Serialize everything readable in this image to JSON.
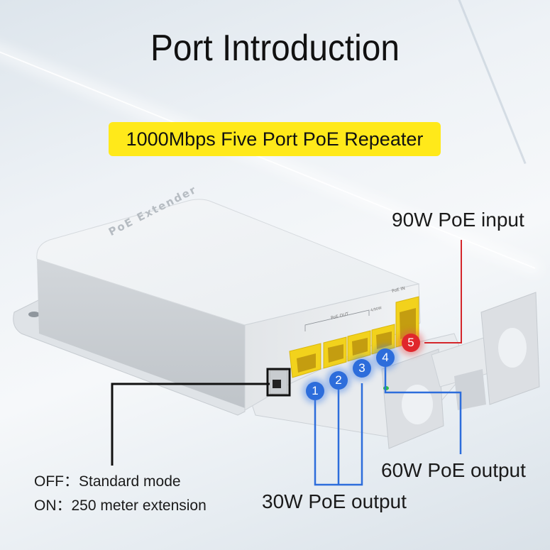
{
  "header": {
    "title": "Port Introduction",
    "subtitle": "1000Mbps Five Port PoE Repeater"
  },
  "device": {
    "top_engraving": "PoE Extender",
    "front_labels": {
      "poe_out": "PoE OUT",
      "poe_in": "PoE IN",
      "port_range": "4/90W"
    }
  },
  "ports": [
    {
      "number": "1",
      "color": "#2d6ddb"
    },
    {
      "number": "2",
      "color": "#2d6ddb"
    },
    {
      "number": "3",
      "color": "#2d6ddb"
    },
    {
      "number": "4",
      "color": "#2d6ddb"
    },
    {
      "number": "5",
      "color": "#e0262c"
    }
  ],
  "callouts": {
    "input": "90W PoE input",
    "output_60": "60W PoE output",
    "output_30": "30W PoE output",
    "switch_off": "OFF：Standard mode",
    "switch_on": "ON：250 meter extension"
  },
  "colors": {
    "highlight": "#ffe91a",
    "port_blue": "#2d6ddb",
    "port_red": "#e0262c",
    "rj45_yellow": "#f2d21c"
  }
}
